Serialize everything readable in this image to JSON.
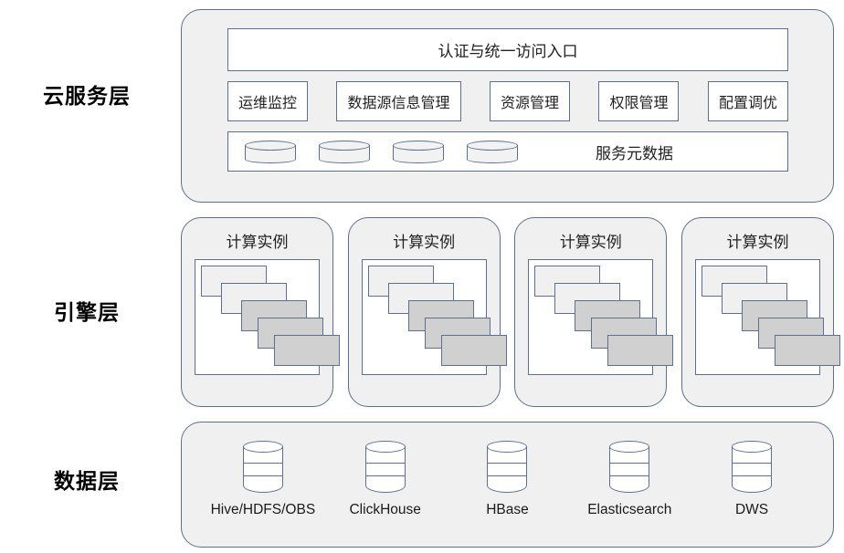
{
  "layers": [
    {
      "id": "cloud",
      "label": "云服务层"
    },
    {
      "id": "engine",
      "label": "引擎层"
    },
    {
      "id": "data",
      "label": "数据层"
    }
  ],
  "cloud_layer": {
    "auth_bar": "认证与统一访问入口",
    "services": [
      "运维监控",
      "数据源信息管理",
      "资源管理",
      "权限管理",
      "配置调优"
    ],
    "metadata_bar": {
      "label": "服务元数据",
      "cylinder_count": 4,
      "cylinder_icon": "database-cylinder-icon"
    }
  },
  "engine_layer": {
    "instances": [
      {
        "title": "计算实例"
      },
      {
        "title": "计算实例"
      },
      {
        "title": "计算实例"
      },
      {
        "title": "计算实例"
      }
    ],
    "cascade": [
      {
        "shade": "light"
      },
      {
        "shade": "light"
      },
      {
        "shade": "dark"
      },
      {
        "shade": "dark"
      },
      {
        "shade": "dark"
      }
    ]
  },
  "data_layer": {
    "stores": [
      {
        "label": "Hive/HDFS/OBS",
        "icon": "database-stack-icon"
      },
      {
        "label": "ClickHouse",
        "icon": "database-stack-icon"
      },
      {
        "label": "HBase",
        "icon": "database-stack-icon"
      },
      {
        "label": "Elasticsearch",
        "icon": "database-stack-icon"
      },
      {
        "label": "DWS",
        "icon": "database-stack-icon"
      }
    ]
  },
  "colors": {
    "panel_fill": "#f0f0f0",
    "stroke": "#5d7090",
    "box_fill": "#ffffff",
    "cascade_light": "#f0f0f0",
    "cascade_dark": "#d0d0d0",
    "background": "#ffffff"
  }
}
